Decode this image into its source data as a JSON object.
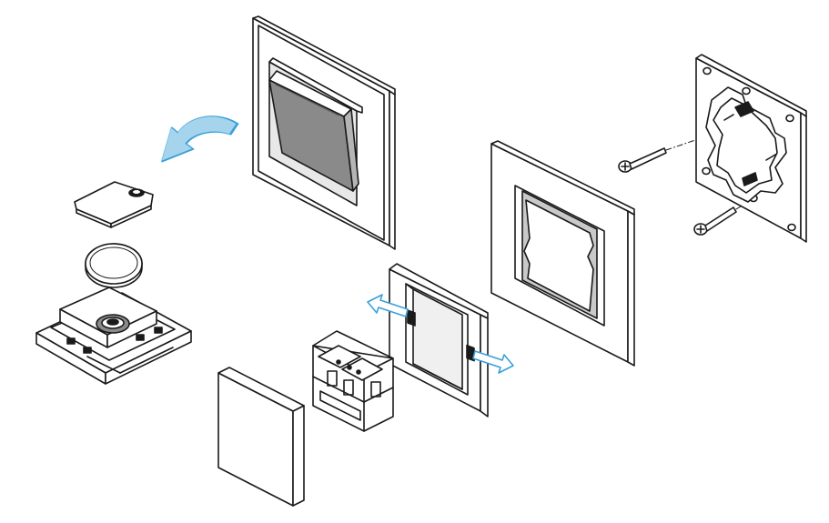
{
  "colors": {
    "line": "#1a1a1a",
    "gray_fill": "#8a8a8a",
    "light_gray": "#c9c9c9",
    "accent": "#3aa0d8"
  },
  "parts": {
    "rocker_switch_frame": "rocker-switch-frame",
    "rocker_paddle": "rocker-paddle",
    "mounting_plate": "mounting-plate",
    "screws": "screws",
    "square_frame": "square-frame",
    "adapter_frame": "adapter-frame",
    "battery_cover": "battery-cover",
    "coin_battery": "coin-battery",
    "switch_module": "switch-module",
    "push_button_cap": "push-button-cap",
    "mechanism_insert": "mechanism-insert"
  },
  "icons": {
    "rotate_arrow": "rotate-arrow-icon",
    "expand_arrows": "expand-arrows-icon"
  }
}
